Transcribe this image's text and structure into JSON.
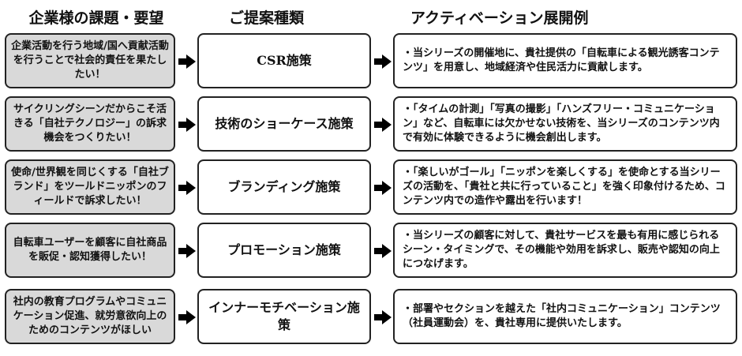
{
  "headers": {
    "col1": "企業様の課題・要望",
    "col2": "ご提案種類",
    "col3": "アクティベーション展開例"
  },
  "rows": [
    {
      "challenge": "企業活動を行う地域/国へ貢献活動を行うことで社会的責任を果たしたい！",
      "proposal": "CSR施策",
      "example": "・当シリーズの開催地に、貴社提供の「自転車による観光誘客コンテンツ」を用意し、地域経済や住民活力に貢献します。"
    },
    {
      "challenge": "サイクリングシーンだからこそ活きる「自社テクノロジー」の訴求機会をつくりたい！",
      "proposal": "技術のショーケース施策",
      "example": "・「タイムの計測」「写真の撮影」「ハンズフリー・コミュニケーション」など、自転車には欠かせない技術を、当シリーズのコンテンツ内で有効に体験できるように機会創出します。"
    },
    {
      "challenge": "使命/世界観を同じくする「自社ブランド」をツールドニッポンのフィールドで訴求したい！",
      "proposal": "ブランディング施策",
      "example": "・「楽しいがゴール」「ニッポンを楽しくする」を使命とする当シリーズの活動を、「貴社と共に行っていること」を強く印象付けるため、コンテンツ内での造作や露出を行います！"
    },
    {
      "challenge": "自転車ユーザーを顧客に自社商品を販促・認知獲得したい！",
      "proposal": "プロモーション施策",
      "example": "・当シリーズの顧客に対して、貴社サービスを最も有用に感じられるシーン・タイミングで、その機能や効用を訴求し、販売や認知の向上につなげます。"
    },
    {
      "challenge": "社内の教育プログラムやコミュニケーション促進、就労意欲向上のためのコンテンツがほしい",
      "proposal": "インナーモチベーション施策",
      "example": "・部署やセクションを越えた「社内コミュニケーション」コンテンツ（社員運動会）を、貴社専用に提供いたします。"
    }
  ]
}
